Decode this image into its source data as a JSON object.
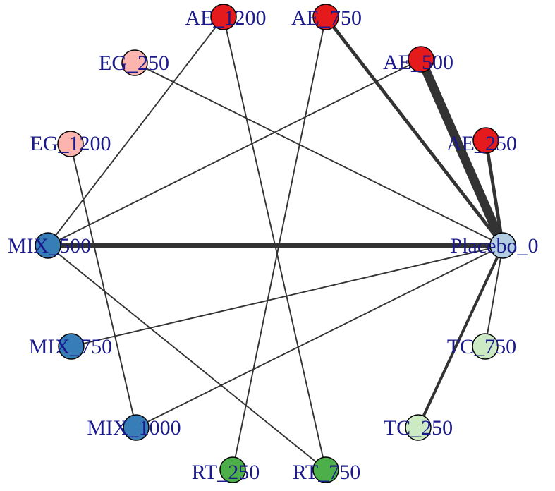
{
  "network": {
    "edge_color": "#333333",
    "node_stroke": "#000000",
    "label_color": "#1a1a8c",
    "nodes": [
      {
        "id": "AE_1200",
        "label": "AE_1200",
        "color": "#e41a1c"
      },
      {
        "id": "AE_750",
        "label": "AE_750",
        "color": "#e41a1c"
      },
      {
        "id": "AE_500",
        "label": "AE_500",
        "color": "#e41a1c"
      },
      {
        "id": "AE_250",
        "label": "AE_250",
        "color": "#e41a1c"
      },
      {
        "id": "Placebo_0",
        "label": "Placebo_0",
        "color": "#b3cde3"
      },
      {
        "id": "TC_750",
        "label": "TC_750",
        "color": "#ccebc5"
      },
      {
        "id": "TC_250",
        "label": "TC_250",
        "color": "#ccebc5"
      },
      {
        "id": "RT_750",
        "label": "RT_750",
        "color": "#4daf4a"
      },
      {
        "id": "RT_250",
        "label": "RT_250",
        "color": "#4daf4a"
      },
      {
        "id": "MIX_1000",
        "label": "MIX_1000",
        "color": "#377eb8"
      },
      {
        "id": "MIX_750",
        "label": "MIX_750",
        "color": "#377eb8"
      },
      {
        "id": "MIX_500",
        "label": "MIX_500",
        "color": "#377eb8"
      },
      {
        "id": "EG_1200",
        "label": "EG_1200",
        "color": "#fbb4ae"
      },
      {
        "id": "EG_250",
        "label": "EG_250",
        "color": "#fbb4ae"
      }
    ],
    "edges": [
      {
        "source": "AE_500",
        "target": "Placebo_0",
        "weight": 8
      },
      {
        "source": "MIX_500",
        "target": "Placebo_0",
        "weight": 4
      },
      {
        "source": "AE_250",
        "target": "Placebo_0",
        "weight": 3
      },
      {
        "source": "AE_750",
        "target": "Placebo_0",
        "weight": 3
      },
      {
        "source": "TC_250",
        "target": "Placebo_0",
        "weight": 2.5
      },
      {
        "source": "TC_750",
        "target": "Placebo_0",
        "weight": 1.2
      },
      {
        "source": "EG_250",
        "target": "Placebo_0",
        "weight": 1.2
      },
      {
        "source": "MIX_750",
        "target": "Placebo_0",
        "weight": 1.2
      },
      {
        "source": "MIX_1000",
        "target": "Placebo_0",
        "weight": 1.2
      },
      {
        "source": "AE_1200",
        "target": "MIX_500",
        "weight": 1.2
      },
      {
        "source": "AE_1200",
        "target": "RT_750",
        "weight": 1.2
      },
      {
        "source": "AE_750",
        "target": "RT_250",
        "weight": 1.2
      },
      {
        "source": "AE_500",
        "target": "MIX_500",
        "weight": 1.2
      },
      {
        "source": "EG_1200",
        "target": "MIX_1000",
        "weight": 1.2
      },
      {
        "source": "MIX_500",
        "target": "RT_750",
        "weight": 1.2
      },
      {
        "source": "RT_750",
        "target": "RT_750_top",
        "weight": 0
      }
    ]
  }
}
